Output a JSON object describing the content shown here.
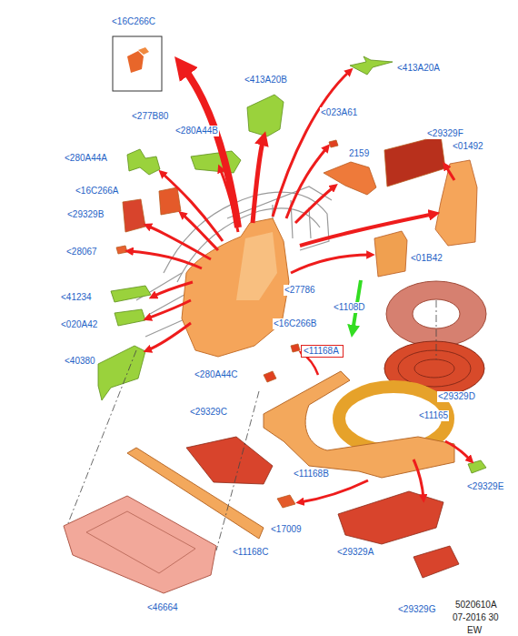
{
  "diagram": {
    "nodes": [
      {
        "text": [
          "<11168A"
        ]
      }
    ],
    "labels": [
      "<16C266C",
      "<413A20B",
      "<413A20A",
      "<277B80",
      "<280A44B",
      "<023A61",
      "<29329F",
      "<01492",
      "<280A44A",
      "2159",
      "<16C266A",
      "<29329B",
      "<28067",
      "<01B42",
      "<41234",
      "<27786",
      "<1108D",
      "<020A42",
      "<16C266B",
      "<40380",
      "<280A44C",
      "<29329D",
      "<29329C",
      "<11165",
      "<11168B",
      "<29329E",
      "<17009",
      "<11168C",
      "<29329A",
      "<29329G",
      "<46664",
      "5020610A",
      "07-2016 30",
      "EW"
    ]
  }
}
